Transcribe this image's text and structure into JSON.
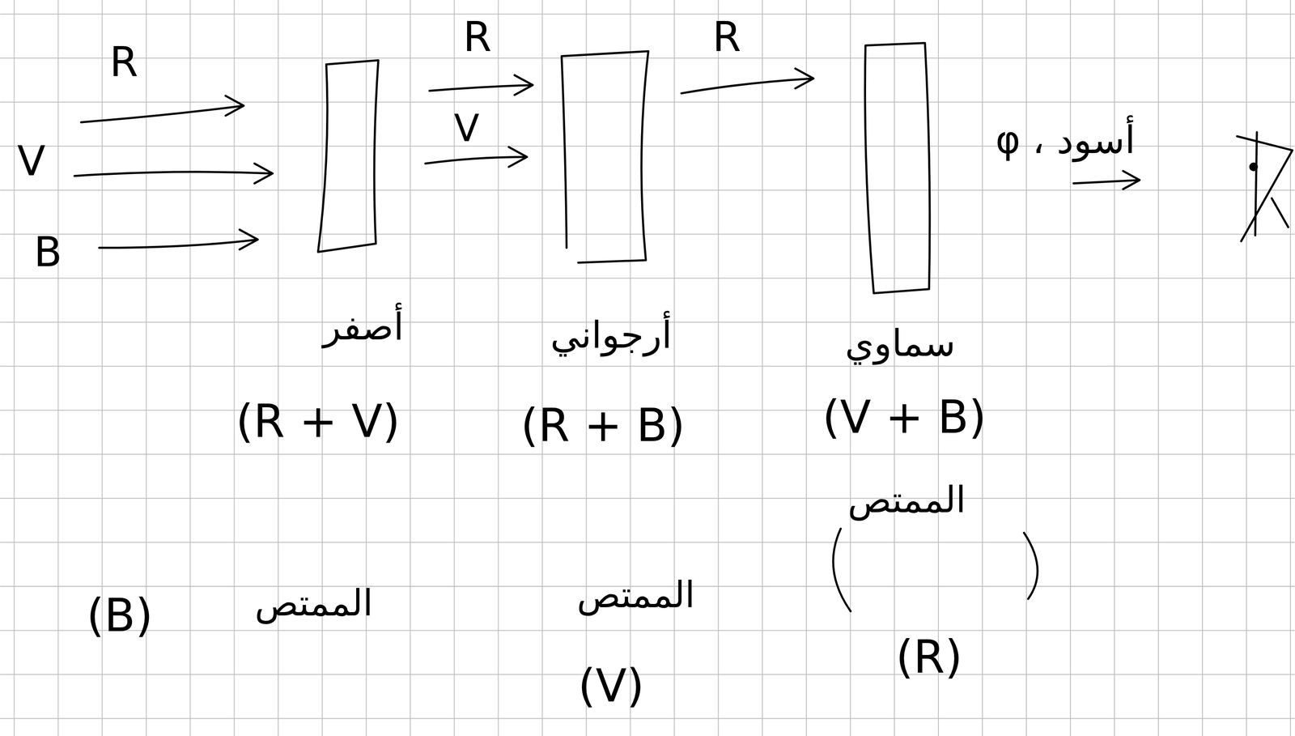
{
  "diagram": {
    "labels": [
      "R",
      "V",
      "B",
      "R",
      "V",
      "R",
      "أسود ، φ",
      "أصفر",
      "(R + V)",
      "أرجواني",
      "(R + B)",
      "سماوي",
      "(V + B)",
      "الممتص",
      "(R)",
      "(B)",
      "الممتص",
      "الممتص",
      "(V)"
    ]
  }
}
